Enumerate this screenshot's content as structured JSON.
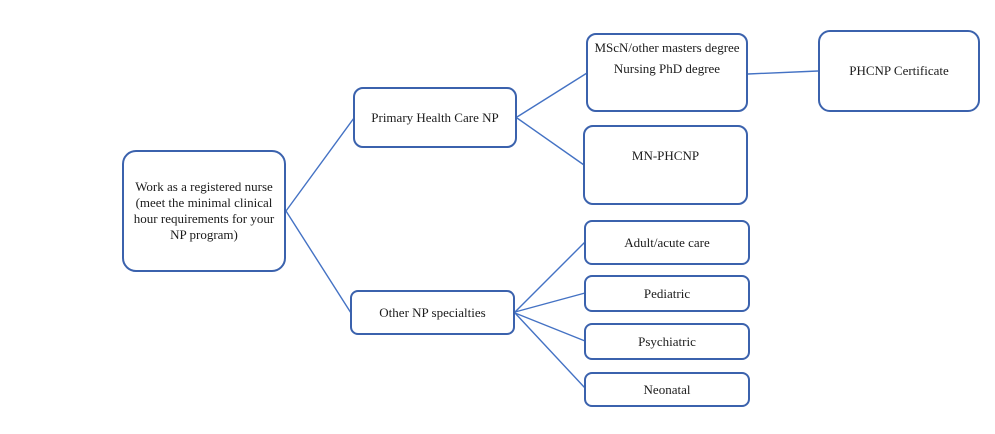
{
  "diagram": {
    "title": "NP education pathway flowchart",
    "background_color": "#ffffff",
    "box_border_color": "#3b62ad",
    "connector_color": "#4472c4",
    "text_color": "#1b1b1b",
    "nodes": {
      "root": {
        "label": "Work as a registered nurse (meet the minimal clinical hour requirements for your NP program)"
      },
      "primary": {
        "label": "Primary Health Care NP"
      },
      "other": {
        "label": "Other NP specialties"
      },
      "mscn": {
        "label_line1": "MScN/other masters degree",
        "label_line2": "Nursing PhD degree"
      },
      "mn": {
        "label": "MN-PHCNP"
      },
      "phcnp": {
        "label": "PHCNP Certificate"
      },
      "adult": {
        "label": "Adult/acute care"
      },
      "pediatric": {
        "label": "Pediatric"
      },
      "psychiatric": {
        "label": "Psychiatric"
      },
      "neonatal": {
        "label": "Neonatal"
      }
    },
    "edges": [
      {
        "from": "root",
        "to": "primary"
      },
      {
        "from": "root",
        "to": "other"
      },
      {
        "from": "primary",
        "to": "mscn"
      },
      {
        "from": "primary",
        "to": "mn"
      },
      {
        "from": "mscn",
        "to": "phcnp"
      },
      {
        "from": "other",
        "to": "adult"
      },
      {
        "from": "other",
        "to": "pediatric"
      },
      {
        "from": "other",
        "to": "psychiatric"
      },
      {
        "from": "other",
        "to": "neonatal"
      }
    ]
  }
}
